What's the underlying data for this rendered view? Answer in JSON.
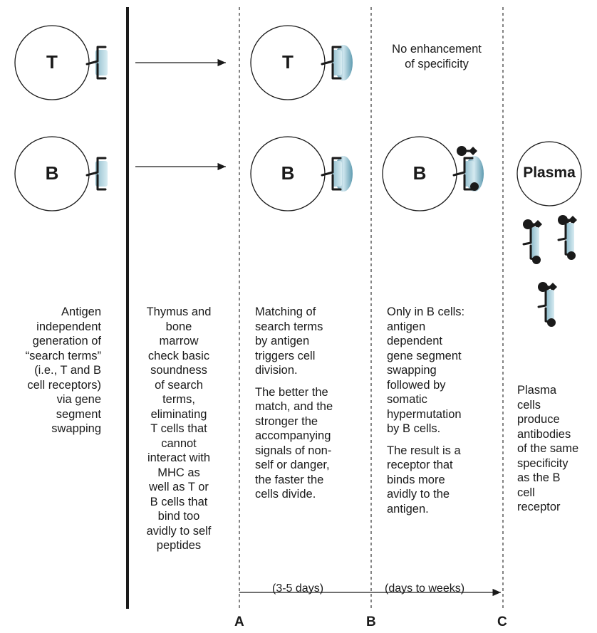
{
  "cells": {
    "t_left": "T",
    "b_left": "B",
    "t_mid": "T",
    "b_mid": "B",
    "b_right": "B",
    "plasma": "Plasma"
  },
  "note_no_enhancement": [
    "No enhancement",
    "of specificity"
  ],
  "col1_text": [
    "Antigen",
    "independent",
    "generation of",
    "“search terms”",
    "(i.e., T and B",
    "cell receptors)",
    "via gene",
    "segment",
    "swapping"
  ],
  "col2_text": [
    "Thymus and",
    "bone",
    "marrow",
    "check basic",
    "soundness",
    "of search",
    "terms,",
    "eliminating",
    "T cells that",
    "cannot",
    "interact with",
    "MHC as",
    "well as T or",
    "B cells that",
    "bind too",
    "avidly to self",
    "peptides"
  ],
  "col3_para1": [
    "Matching of",
    "search terms",
    "by antigen",
    "triggers cell",
    "division."
  ],
  "col3_para2": [
    "The better the",
    "match, and the",
    "stronger the",
    "accompanying",
    "signals of non-",
    "self or danger,",
    "the faster the",
    "cells divide."
  ],
  "col4_para1": [
    "Only in B cells:",
    "antigen",
    "dependent",
    "gene segment",
    "swapping",
    "followed by",
    "somatic",
    "hypermutation",
    "by B cells."
  ],
  "col4_para2": [
    "The result is a",
    "receptor that",
    "binds more",
    "avidly to the",
    "antigen."
  ],
  "col5_text": [
    "Plasma",
    "cells",
    "produce",
    "antibodies",
    "of the same",
    "specificity",
    "as the B",
    "cell",
    "receptor"
  ],
  "timeline": {
    "duration_ab": "(3-5 days)",
    "duration_bc": "(days to weeks)"
  },
  "axis_labels": {
    "a": "A",
    "b": "B",
    "c": "C"
  },
  "colors": {
    "receptor_fill": "#b9d9e6",
    "antigen_fill": "#7fb3c7",
    "line": "#1a1a1a"
  }
}
